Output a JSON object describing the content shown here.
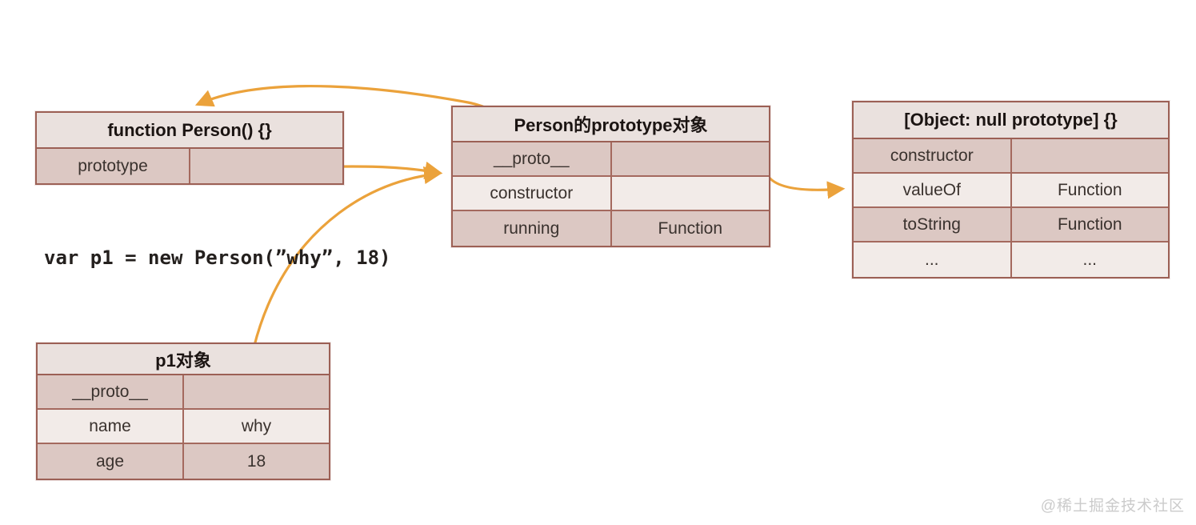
{
  "colors": {
    "background": "#ffffff",
    "table_border": "#9c6055",
    "header_bg": "#eae1de",
    "row_dark_bg": "#dcc8c3",
    "row_light_bg": "#f2ebe8",
    "arrow": "#eba23b",
    "text": "#3a322e",
    "watermark": "#cbcbcb"
  },
  "code_line": "var p1 = new Person(”why”, 18)",
  "watermark": "@稀土掘金技术社区",
  "tables": {
    "person_function": {
      "title": "function Person() {}",
      "rows": [
        {
          "key": "prototype",
          "value": ""
        }
      ]
    },
    "person_prototype": {
      "title": "Person的prototype对象",
      "rows": [
        {
          "key": "__proto__",
          "value": ""
        },
        {
          "key": "constructor",
          "value": ""
        },
        {
          "key": "running",
          "value": "Function"
        }
      ]
    },
    "object_null_prototype": {
      "title": "[Object: null prototype] {}",
      "rows": [
        {
          "key": "constructor",
          "value": ""
        },
        {
          "key": "valueOf",
          "value": "Function"
        },
        {
          "key": "toString",
          "value": "Function"
        },
        {
          "key": "...",
          "value": "..."
        }
      ]
    },
    "p1_object": {
      "title": "p1对象",
      "rows": [
        {
          "key": "__proto__",
          "value": ""
        },
        {
          "key": "name",
          "value": "why"
        },
        {
          "key": "age",
          "value": "18"
        }
      ]
    }
  },
  "arrows": {
    "color": "#eba23b",
    "items": [
      {
        "name": "constructor-to-function-person",
        "from": "Person的prototype对象.constructor",
        "to": "function Person() {}"
      },
      {
        "name": "prototype-to-prototype-object",
        "from": "function Person() {}.prototype",
        "to": "Person的prototype对象"
      },
      {
        "name": "proto-to-object-null-prototype",
        "from": "Person的prototype对象.__proto__",
        "to": "[Object: null prototype] {}"
      },
      {
        "name": "p1-proto-to-prototype-object",
        "from": "p1对象.__proto__",
        "to": "Person的prototype对象"
      }
    ]
  }
}
